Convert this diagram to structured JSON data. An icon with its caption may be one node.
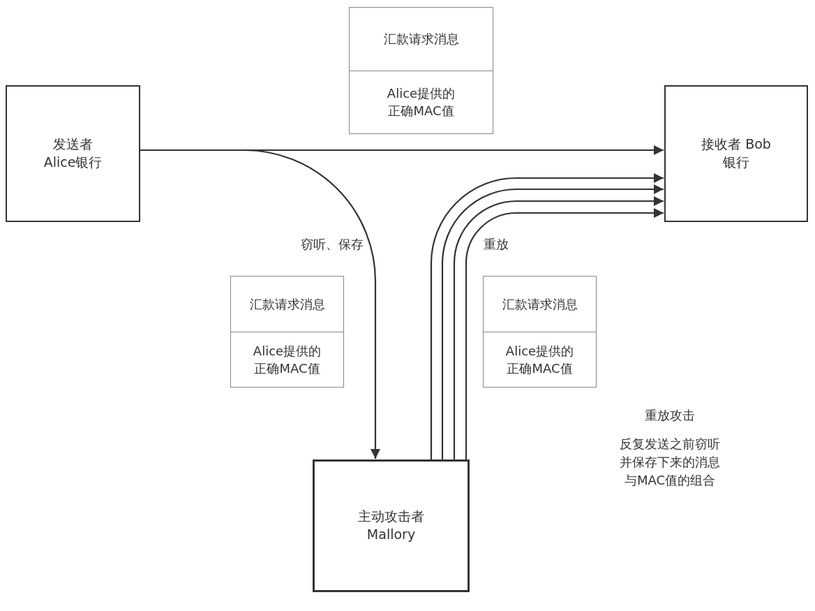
{
  "diagram": {
    "nodes": [
      {
        "text": [
          "发送者 Alice银行"
        ]
      },
      {
        "text": [
          "汇款请求消息",
          "Alice提供的正确MAC值"
        ]
      },
      {
        "text": [
          "接收者 Bob银行"
        ]
      },
      {
        "text": [
          "汇款请求消息",
          "Alice提供的正确MAC值"
        ]
      },
      {
        "text": [
          "汇款请求消息",
          "Alice提供的正确MAC值"
        ]
      },
      {
        "text": [
          "主动攻击者 Mallory"
        ]
      }
    ],
    "edges": [
      {
        "from": 0,
        "to": 2,
        "arrow": "to"
      },
      {
        "from": 0,
        "to": 5,
        "arrow": "to",
        "label": "窃听、保存"
      },
      {
        "from": 5,
        "to": 2,
        "arrow": "to"
      },
      {
        "from": 5,
        "to": 2,
        "arrow": "to"
      },
      {
        "from": 5,
        "to": 2,
        "arrow": "to"
      },
      {
        "from": 5,
        "to": 2,
        "arrow": "to",
        "label": "重放"
      }
    ],
    "labels": [
      "重放攻击",
      "反复发送之前窃听并保存下来的消息与MAC值的组合"
    ]
  }
}
